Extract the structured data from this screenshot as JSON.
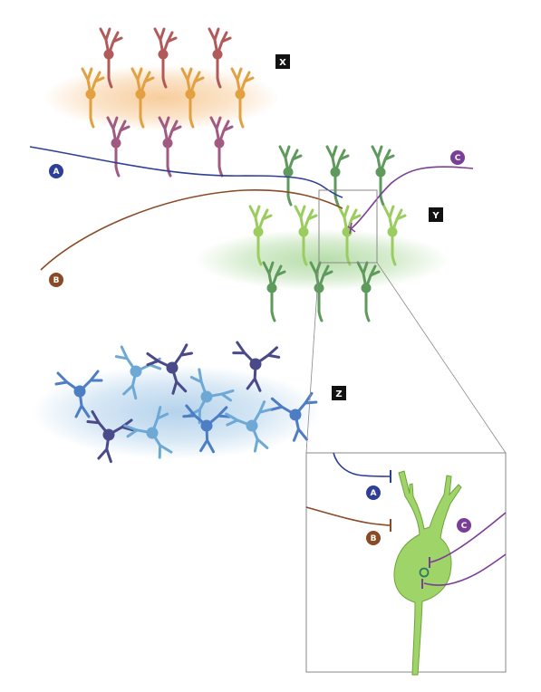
{
  "regions": [
    {
      "id": "x",
      "label": "X"
    },
    {
      "id": "y",
      "label": "Y"
    },
    {
      "id": "z",
      "label": "Z"
    }
  ],
  "fibers": [
    {
      "id": "a",
      "label": "A",
      "color": "#2f3f94"
    },
    {
      "id": "b",
      "label": "B",
      "color": "#8a4a25"
    },
    {
      "id": "c",
      "label": "C",
      "color": "#7b3e96"
    }
  ],
  "colors": {
    "x_glow": "#f6c48a",
    "x_red": "#b25a5a",
    "x_orange": "#e3a040",
    "x_pink": "#a15a82",
    "y_glow": "#a9d79a",
    "y_dark": "#5e9a5c",
    "y_light": "#9acd5e",
    "z_glow": "#a7cbe8",
    "z_blue": "#4d7dc4",
    "z_purple": "#4a4a8a",
    "z_light": "#6ea9d6",
    "zoom_neuron": "#9fd468",
    "tag_bg": "#111111",
    "frame": "#8a8a8a"
  }
}
